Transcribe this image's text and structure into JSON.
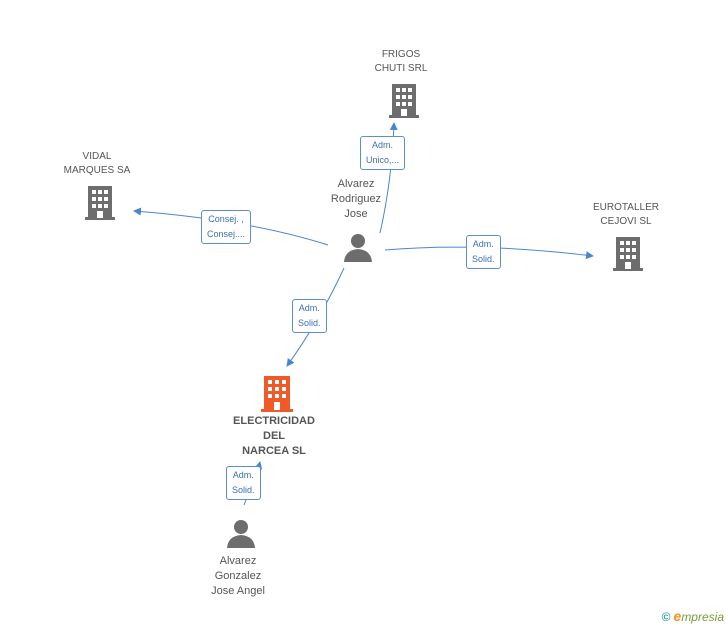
{
  "colors": {
    "company": "#6d6d6d",
    "main_company": "#f05a28",
    "person": "#6d6d6d",
    "edge": "#4a86d0",
    "edge_label_text": "#3b6fb6"
  },
  "nodes": {
    "frigos": {
      "type": "company",
      "lines": [
        "FRIGOS",
        "CHUTI SRL"
      ]
    },
    "vidal": {
      "type": "company",
      "lines": [
        "VIDAL",
        "MARQUES SA"
      ]
    },
    "eurotaller": {
      "type": "company",
      "lines": [
        "EUROTALLER",
        "CEJOVI SL"
      ]
    },
    "electricidad": {
      "type": "main-company",
      "lines": [
        "ELECTRICIDAD",
        "DEL",
        "NARCEA SL"
      ]
    },
    "alvarez_rodriguez": {
      "type": "person",
      "lines": [
        "Alvarez",
        "Rodriguez",
        "Jose"
      ]
    },
    "alvarez_gonzalez": {
      "type": "person",
      "lines": [
        "Alvarez",
        "Gonzalez",
        "Jose Angel"
      ]
    }
  },
  "edges": {
    "to_frigos": {
      "lines": [
        "Adm.",
        "Unico,..."
      ]
    },
    "to_vidal": {
      "lines": [
        "Consej. ,",
        "Consej...."
      ]
    },
    "to_eurotaller": {
      "lines": [
        "Adm.",
        "Solid."
      ]
    },
    "to_electricidad": {
      "lines": [
        "Adm.",
        "Solid."
      ]
    },
    "gonzalez_to_electricidad": {
      "lines": [
        "Adm.",
        "Solid."
      ]
    }
  },
  "watermark": {
    "copyright": "©",
    "brand_initial": "e",
    "brand_rest": "mpresia"
  }
}
